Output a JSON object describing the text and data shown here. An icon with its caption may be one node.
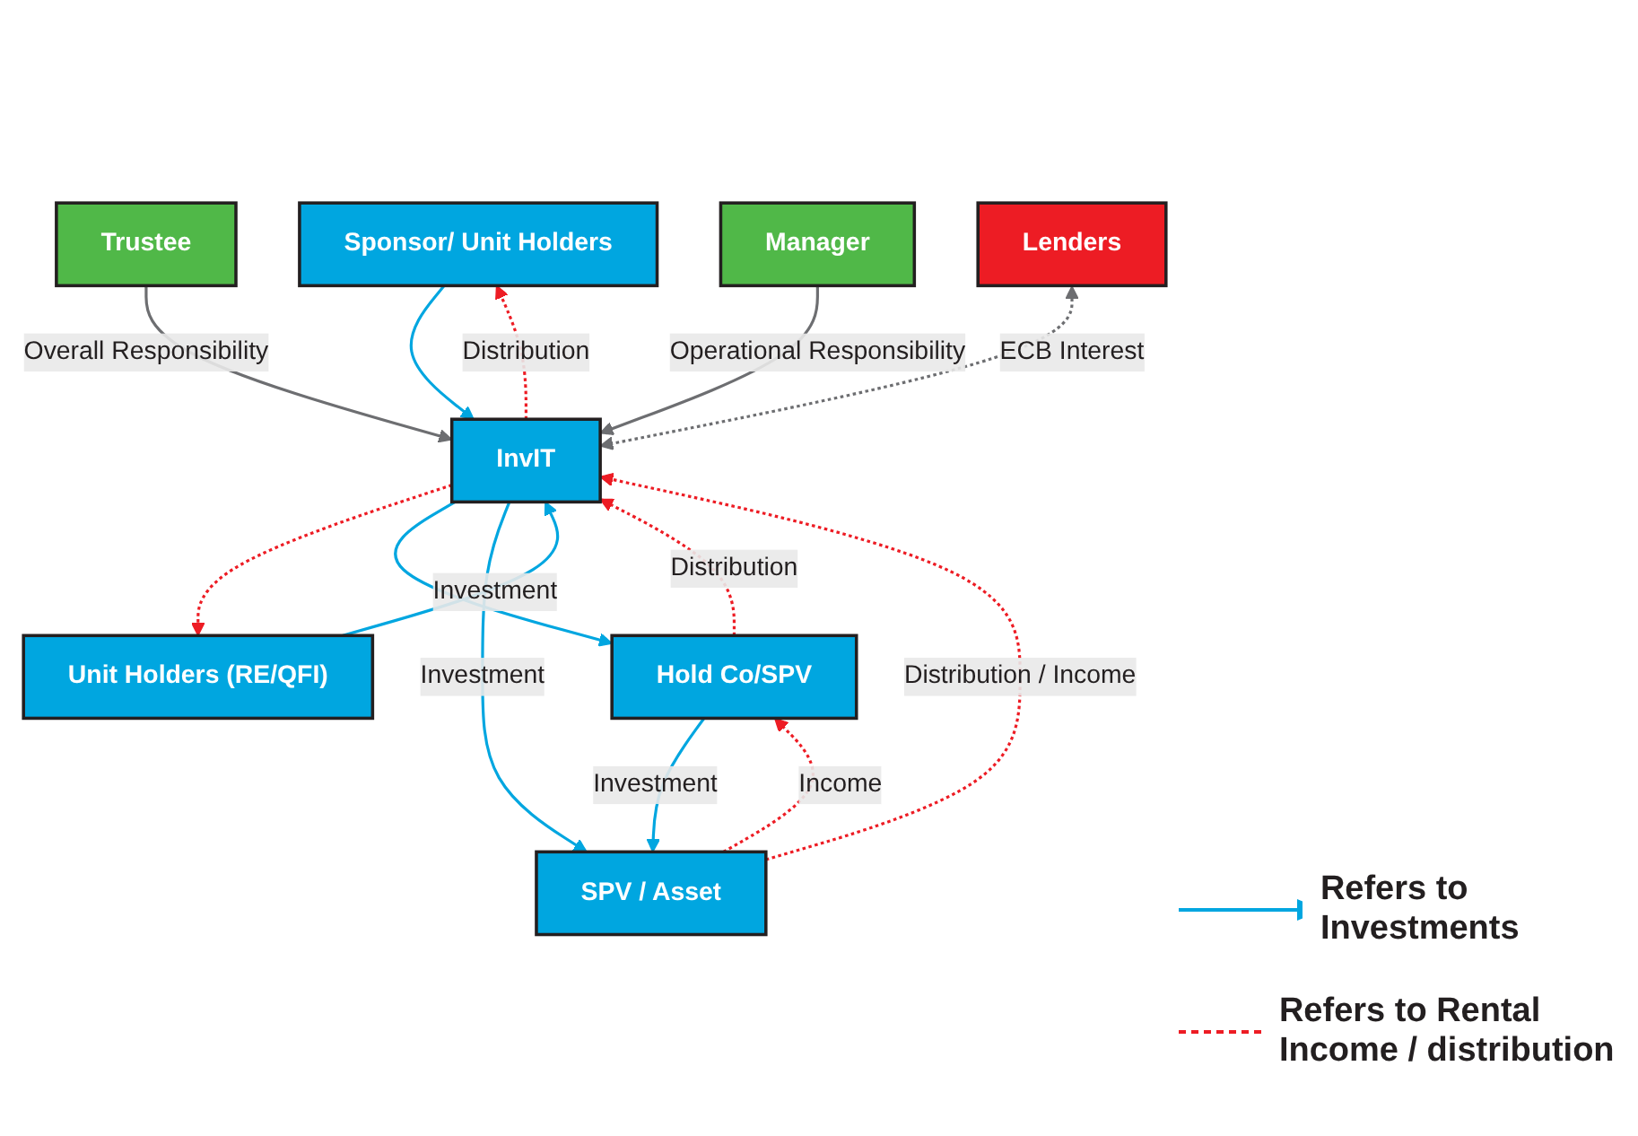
{
  "diagram": {
    "nodes": [
      {
        "text": [
          "Sponsor/ Unit Holders"
        ]
      },
      {
        "text": [
          "Unit Holders (RE/QFI)"
        ]
      },
      {
        "text": [
          "Trustee"
        ]
      },
      {
        "text": [
          "Manager"
        ]
      },
      {
        "text": [
          "Lenders"
        ]
      },
      {
        "text": [
          "InvIT"
        ]
      },
      {
        "text": [
          "Hold Co/SPV"
        ]
      },
      {
        "text": [
          "SPV / Asset"
        ]
      }
    ],
    "edges": [
      {
        "from": 0,
        "to": 5,
        "arrow": "to"
      },
      {
        "from": 1,
        "to": 5,
        "arrow": "to",
        "label": "Investment"
      },
      {
        "from": 5,
        "to": 0,
        "arrow": "to",
        "label": "Distribution",
        "style": "dashed",
        "color": "#ed1c24"
      },
      {
        "from": 5,
        "to": 1,
        "arrow": "to",
        "style": "dashed",
        "color": "#ed1c24"
      },
      {
        "from": 2,
        "to": 5,
        "arrow": "to",
        "label": "Overall Responsibility",
        "color": "#6d6e71"
      },
      {
        "from": 3,
        "to": 5,
        "arrow": "to",
        "label": "Operational Responsibility",
        "color": "#6d6e71"
      },
      {
        "from": 4,
        "to": 5,
        "arrow": "both",
        "label": "ECB Interest",
        "style": "dashed",
        "color": "#6d6e71"
      },
      {
        "from": 5,
        "to": 6,
        "arrow": "to"
      },
      {
        "from": 6,
        "to": 5,
        "arrow": "to",
        "label": "Distribution",
        "style": "dashed",
        "color": "#ed1c24"
      },
      {
        "from": 6,
        "to": 7,
        "arrow": "to",
        "label": "Investment"
      },
      {
        "from": 7,
        "to": 6,
        "arrow": "to",
        "label": "Income",
        "style": "dashed",
        "color": "#ed1c24"
      },
      {
        "from": 5,
        "to": 7,
        "arrow": "to",
        "label": "Investment"
      },
      {
        "from": 7,
        "to": 5,
        "arrow": "to",
        "label": "Distribution / Income",
        "style": "dashed",
        "color": "#ed1c24"
      }
    ],
    "legend": [
      {
        "text": "Refers to Investments"
      },
      {
        "text": "Refers to Rental Income / distribution"
      }
    ]
  }
}
